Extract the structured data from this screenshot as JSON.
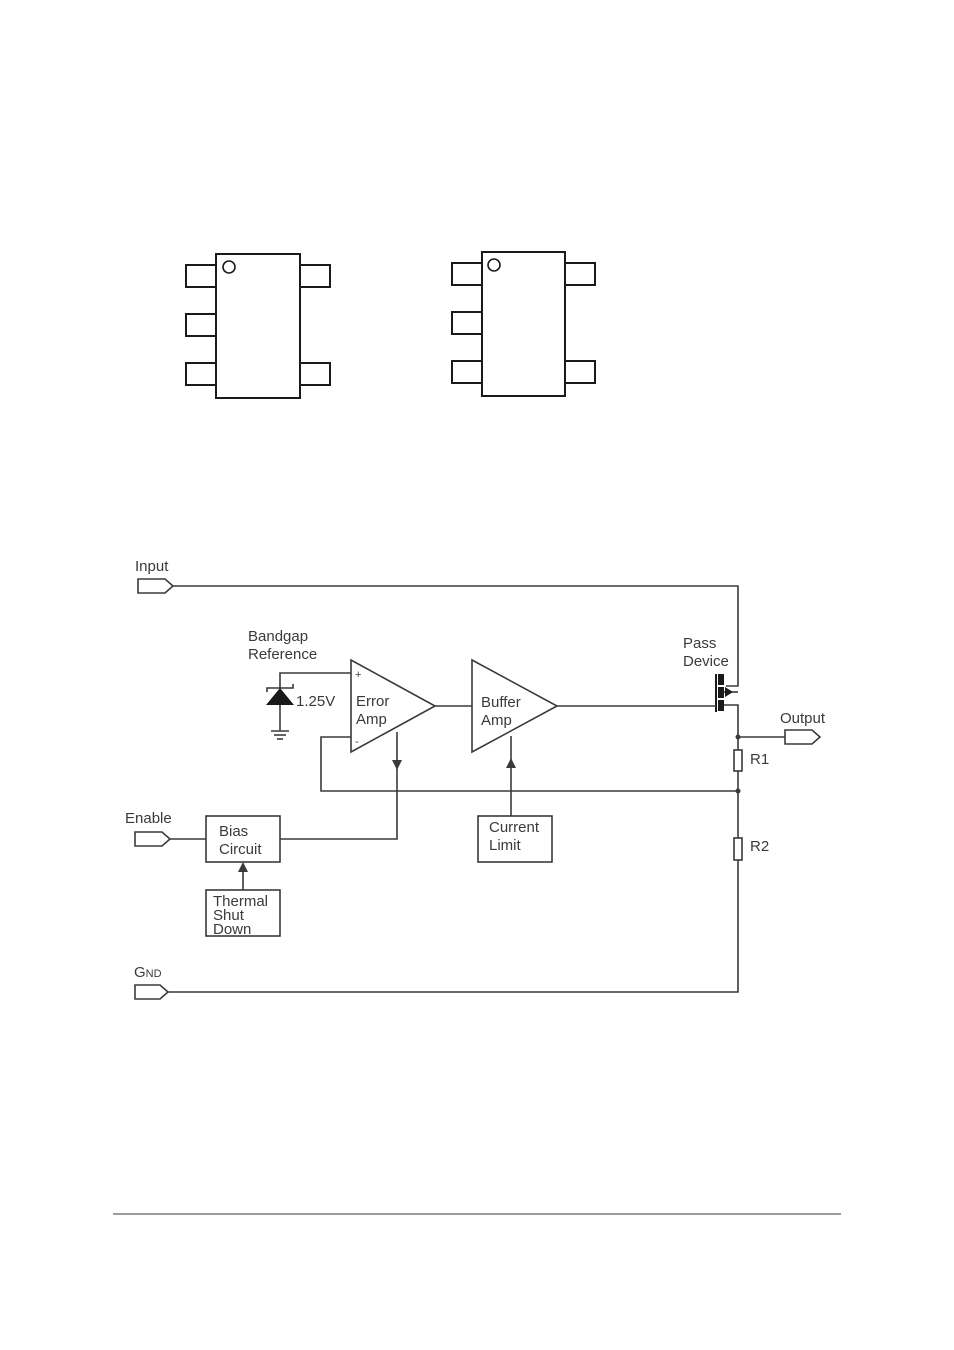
{
  "diagram": {
    "ports": {
      "input": "Input",
      "enable": "Enable",
      "gnd_main": "G",
      "gnd_sub": "ND",
      "output": "Output"
    },
    "reference": {
      "line1": "Bandgap",
      "line2": "Reference",
      "voltage": "1.25V"
    },
    "error_amp": {
      "line1": "Error",
      "line2": "Amp",
      "plus": "+",
      "minus": "-"
    },
    "buffer_amp": {
      "line1": "Buffer",
      "line2": "Amp"
    },
    "pass_device": {
      "line1": "Pass",
      "line2": "Device"
    },
    "bias_circuit": {
      "line1": "Bias",
      "line2": "Circuit"
    },
    "thermal_shutdown": {
      "line1": "Thermal",
      "line2": "Shut",
      "line3": "Down"
    },
    "current_limit": {
      "line1": "Current",
      "line2": "Limit"
    },
    "resistors": {
      "r1": "R1",
      "r2": "R2"
    }
  }
}
